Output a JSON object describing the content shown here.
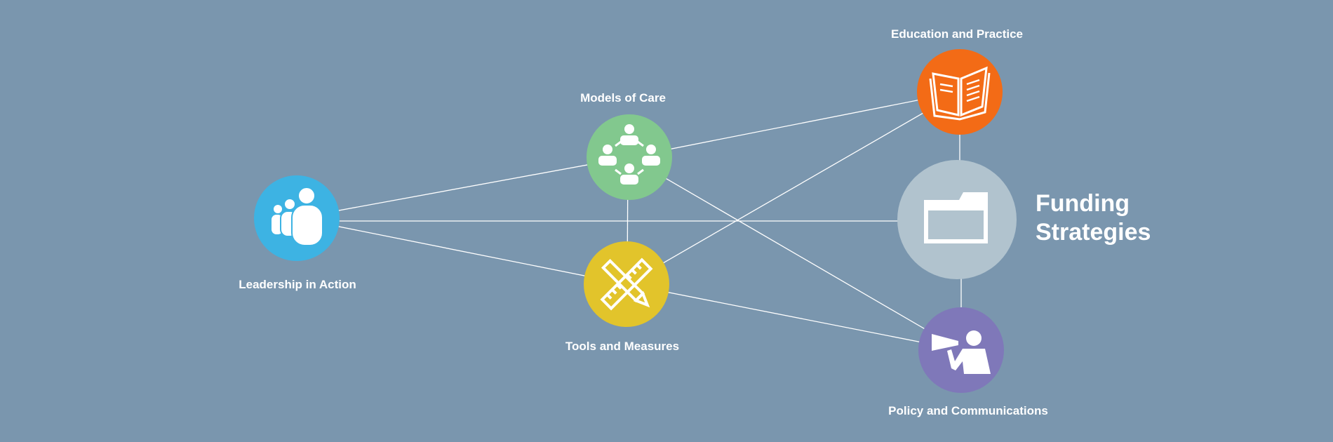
{
  "nodes": {
    "leadership": {
      "label": "Leadership in Action",
      "color": "#3db3e3",
      "icon": "people-group-icon"
    },
    "models": {
      "label": "Models of Care",
      "color": "#82c88e",
      "icon": "team-network-icon"
    },
    "tools": {
      "label": "Tools and Measures",
      "color": "#e2c42b",
      "icon": "ruler-pencil-icon"
    },
    "education": {
      "label": "Education and Practice",
      "color": "#f36b16",
      "icon": "open-book-icon"
    },
    "funding": {
      "line1": "Funding",
      "line2": "Strategies",
      "color": "#b1c3ce",
      "icon": "folder-icon"
    },
    "policy": {
      "label": "Policy and Communications",
      "color": "#7f78b9",
      "icon": "megaphone-speaker-icon"
    }
  }
}
